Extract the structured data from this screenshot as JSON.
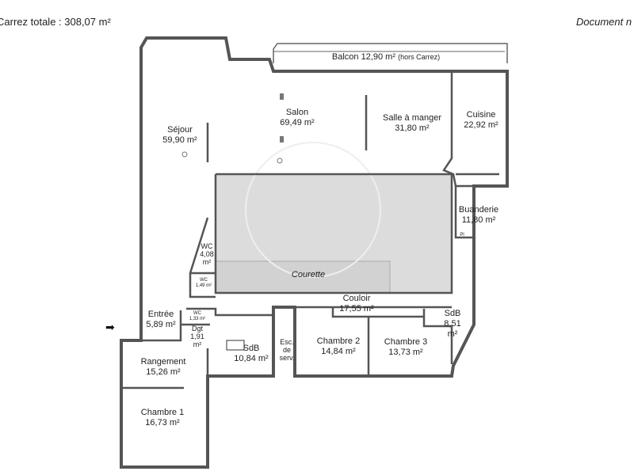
{
  "header": {
    "total_label": "Carrez totale :  308,07 m²",
    "document_note": "Document n"
  },
  "rooms": {
    "balcon": {
      "name": "Balcon 12,90 m²",
      "note": "(hors Carrez)"
    },
    "sejour": {
      "name": "Séjour",
      "area": "59,90 m²"
    },
    "salon": {
      "name": "Salon",
      "area": "69,49 m²"
    },
    "salle_a_manger": {
      "name": "Salle à manger",
      "area": "31,80 m²"
    },
    "cuisine": {
      "name": "Cuisine",
      "area": "22,92 m²"
    },
    "buanderie": {
      "name": "Buanderie",
      "area": "11,80 m²"
    },
    "pl": {
      "name": "Pl"
    },
    "courette": {
      "name": "Courette"
    },
    "wc1": {
      "name": "WC",
      "area": "4,08",
      "unit": "m²"
    },
    "wc2": {
      "name": "WC",
      "area": "1,49 m²"
    },
    "wc3": {
      "name": "WC",
      "area": "1,33 m²"
    },
    "entree": {
      "name": "Entrée",
      "area": "5,89 m²"
    },
    "dgt": {
      "name": "Dgt",
      "area": "1,91",
      "unit": "m²"
    },
    "sdb1": {
      "name": "SdB",
      "area": "10,84 m²"
    },
    "esc": {
      "l1": "Esc.",
      "l2": "de",
      "l3": "serv."
    },
    "couloir": {
      "name": "Couloir",
      "area": "17,55 m²"
    },
    "sdb2": {
      "name": "SdB",
      "area": "8,51",
      "unit": "m²"
    },
    "chambre2": {
      "name": "Chambre 2",
      "area": "14,84 m²"
    },
    "chambre3": {
      "name": "Chambre 3",
      "area": "13,73 m²"
    },
    "rangement": {
      "name": "Rangement",
      "area": "15,26 m²"
    },
    "chambre1": {
      "name": "Chambre 1",
      "area": "16,73 m²"
    }
  },
  "colors": {
    "wall": "#555555",
    "wall_fill": "#c8c8c8",
    "courtyard": "#dcdcdc"
  }
}
